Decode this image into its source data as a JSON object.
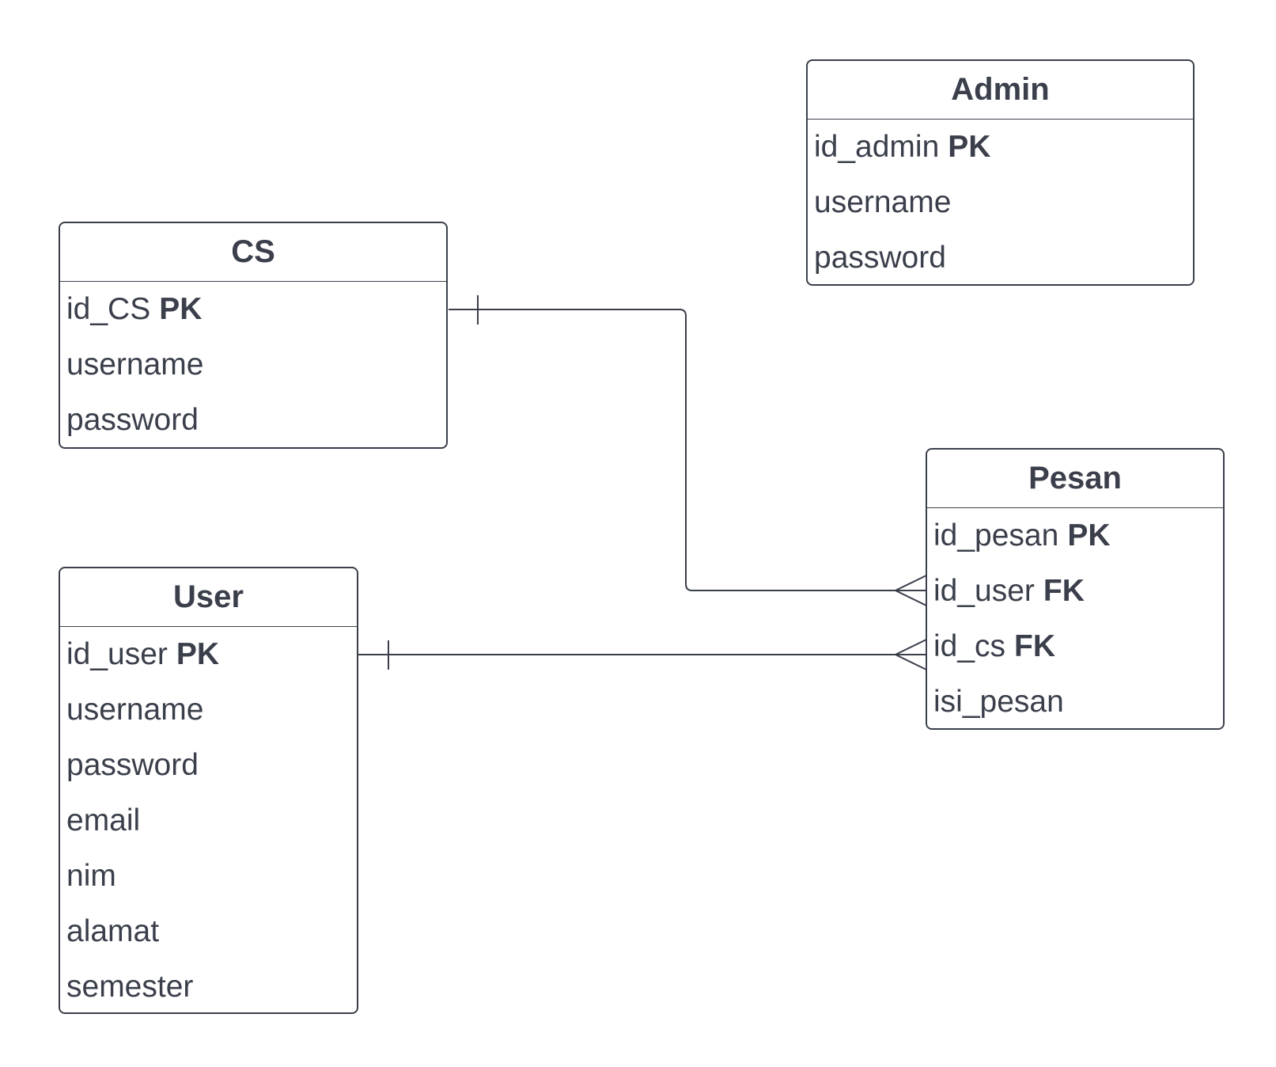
{
  "entities": {
    "admin": {
      "title": "Admin",
      "attributes": [
        {
          "name": "id_admin",
          "key": "PK"
        },
        {
          "name": "username",
          "key": ""
        },
        {
          "name": "password",
          "key": ""
        }
      ]
    },
    "cs": {
      "title": "CS",
      "attributes": [
        {
          "name": "id_CS",
          "key": "PK"
        },
        {
          "name": "username",
          "key": ""
        },
        {
          "name": "password",
          "key": ""
        }
      ]
    },
    "pesan": {
      "title": "Pesan",
      "attributes": [
        {
          "name": "id_pesan",
          "key": "PK"
        },
        {
          "name": "id_user",
          "key": "FK"
        },
        {
          "name": "id_cs",
          "key": "FK"
        },
        {
          "name": "isi_pesan",
          "key": ""
        }
      ]
    },
    "user": {
      "title": "User",
      "attributes": [
        {
          "name": "id_user",
          "key": "PK"
        },
        {
          "name": "username",
          "key": ""
        },
        {
          "name": "password",
          "key": ""
        },
        {
          "name": "email",
          "key": ""
        },
        {
          "name": "nim",
          "key": ""
        },
        {
          "name": "alamat",
          "key": ""
        },
        {
          "name": "semester",
          "key": ""
        }
      ]
    }
  },
  "relationships": [
    {
      "from": "CS.id_CS",
      "to": "Pesan.id_user",
      "from_cardinality": "one",
      "to_cardinality": "many"
    },
    {
      "from": "User.id_user",
      "to": "Pesan.id_cs",
      "from_cardinality": "one",
      "to_cardinality": "many"
    }
  ],
  "colors": {
    "stroke": "#3a3f4b",
    "text": "#3a3f4b",
    "background": "#ffffff"
  }
}
